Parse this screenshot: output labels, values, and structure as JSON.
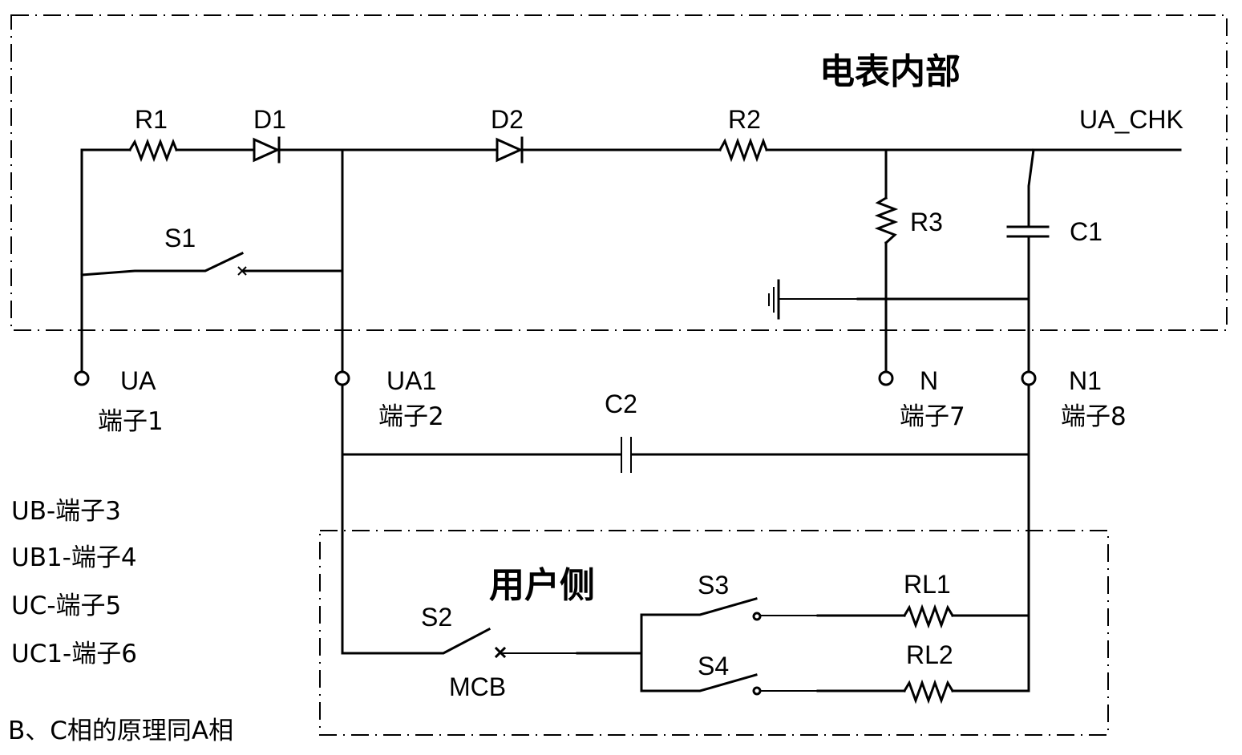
{
  "regions": {
    "meter_internal": "电表内部",
    "user_side": "用户侧"
  },
  "components": {
    "R1": "R1",
    "D1": "D1",
    "D2": "D2",
    "R2": "R2",
    "R3": "R3",
    "C1": "C1",
    "C2": "C2",
    "S1": "S1",
    "S2": "S2",
    "MCB": "MCB",
    "S3": "S3",
    "S4": "S4",
    "RL1": "RL1",
    "RL2": "RL2",
    "UA_CHK": "UA_CHK"
  },
  "terminals": [
    {
      "name": "UA",
      "label": "端子1"
    },
    {
      "name": "UA1",
      "label": "端子2"
    },
    {
      "name": "N",
      "label": "端子7"
    },
    {
      "name": "N1",
      "label": "端子8"
    }
  ],
  "notes": {
    "lines": [
      "UB-端子3",
      "UB1-端子4",
      "UC-端子5",
      "UC1-端子6"
    ],
    "footer": "B、C相的原理同A相"
  }
}
